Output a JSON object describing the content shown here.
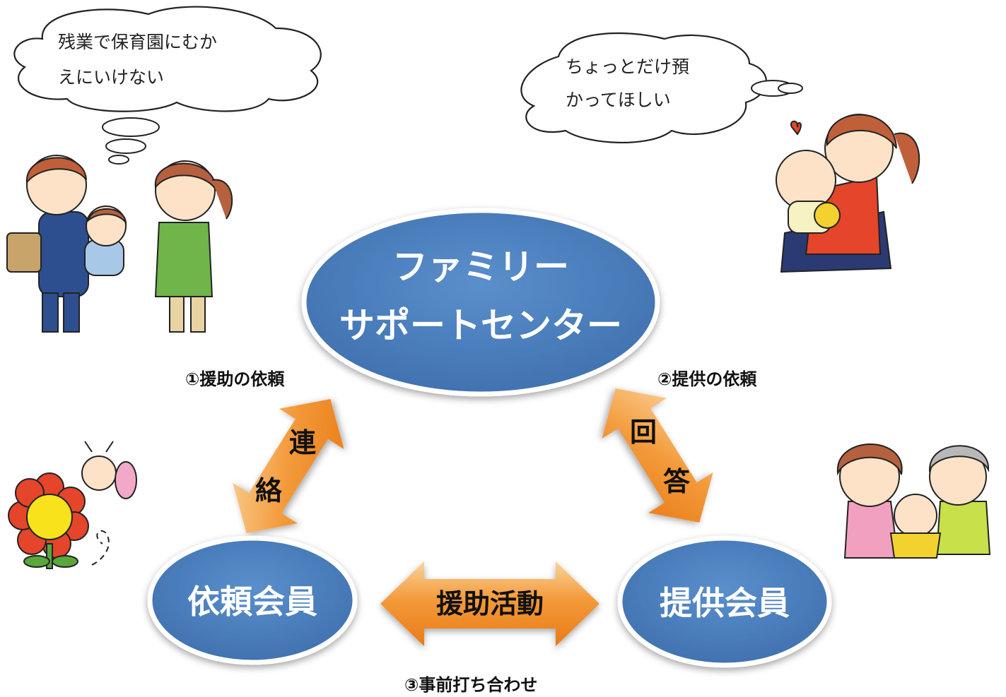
{
  "bubbles": {
    "left": {
      "line1": "残業で保育園にむか",
      "line2": "えにいけない"
    },
    "right": {
      "line1": "ちょっとだけ預",
      "line2": "かってほしい"
    }
  },
  "nodes": {
    "center": {
      "line1": "ファミリー",
      "line2": "サポートセンター"
    },
    "requester": {
      "label": "依頼会員"
    },
    "provider": {
      "label": "提供会員"
    }
  },
  "arrows": {
    "left": {
      "char1": "連",
      "char2": "絡"
    },
    "right": {
      "char1": "回",
      "char2": "答"
    },
    "bottom": {
      "label": "援助活動"
    }
  },
  "steps": {
    "step1": "①援助の依頼",
    "step2": "②提供の依頼",
    "step3": "③事前打ち合わせ"
  },
  "colors": {
    "node_fill": "#4f81bd",
    "arrow_orange": "#f08a24",
    "arrow_light": "#f9c88a"
  },
  "illustrations": [
    "parent-handing-baby-illustration",
    "mother-holding-baby-illustration",
    "flower-and-bee-illustration",
    "grandparents-with-baby-illustration"
  ]
}
